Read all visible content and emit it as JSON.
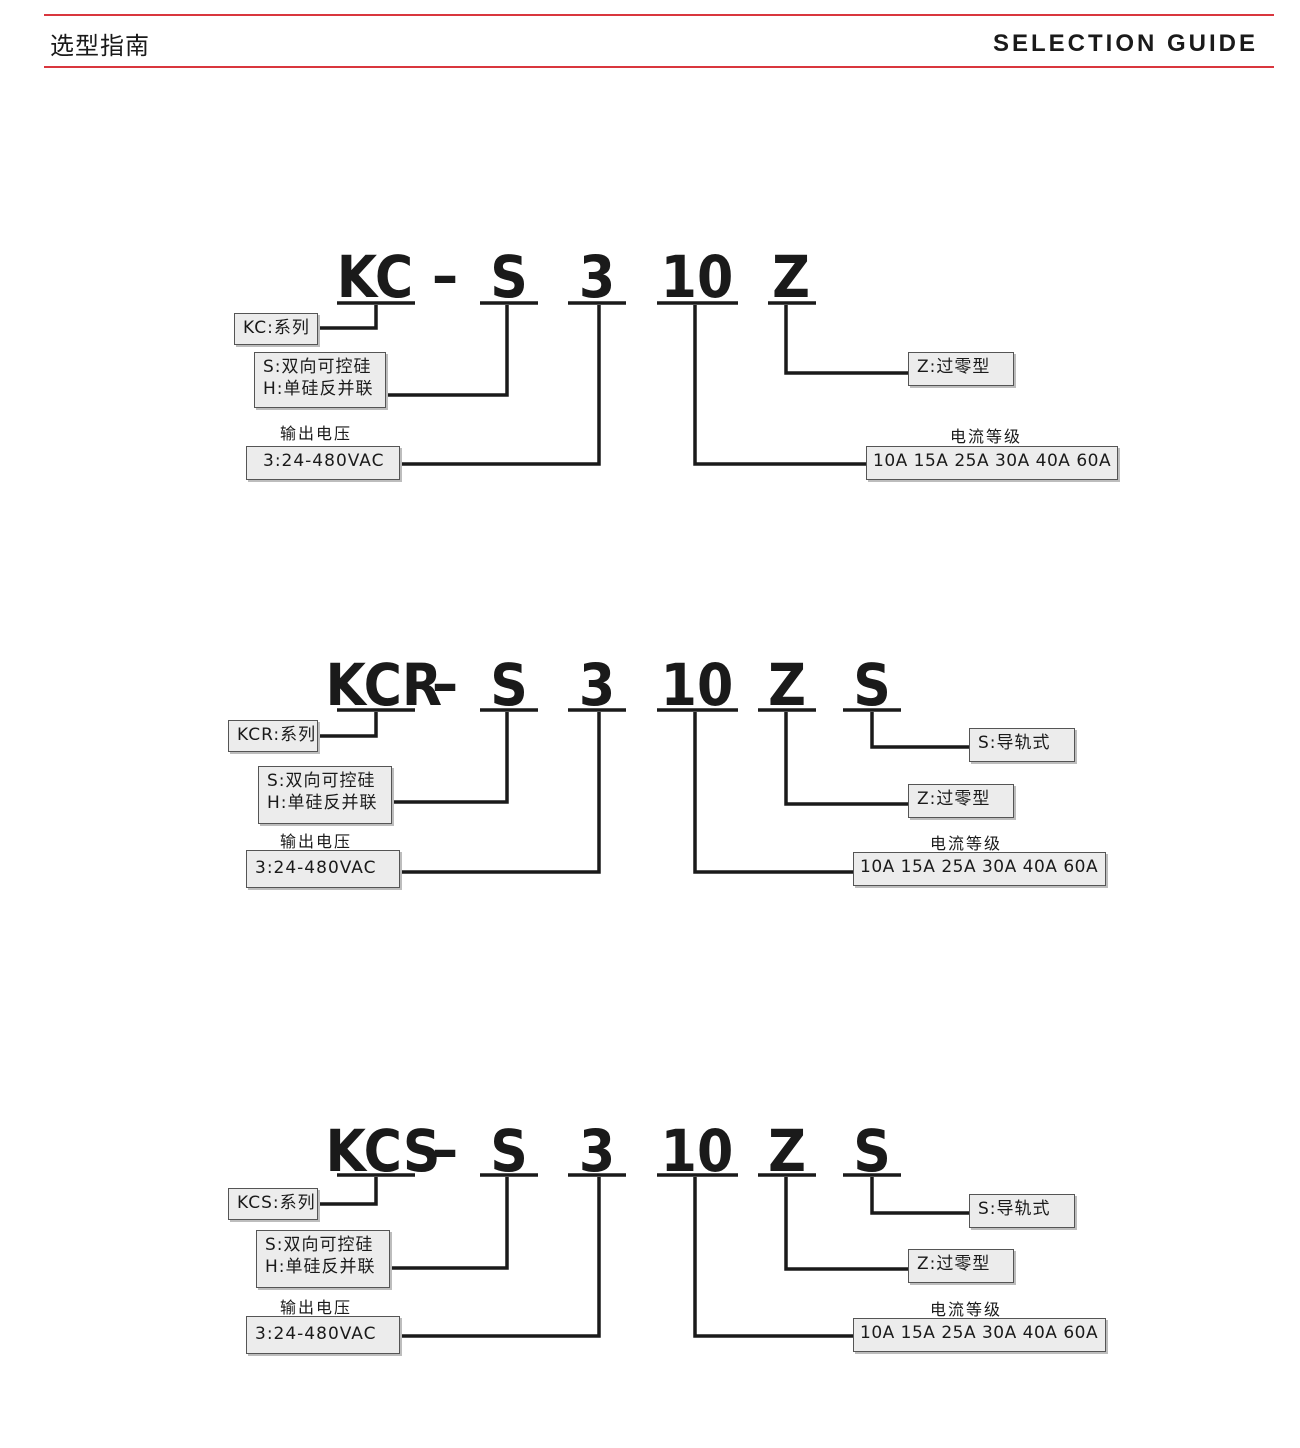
{
  "header": {
    "title_cn": "选型指南",
    "title_en": "SELECTION GUIDE",
    "accent_color": "#d9363e"
  },
  "diagrams": [
    {
      "codes": [
        "KC",
        "–",
        "S",
        "3",
        "10",
        "Z"
      ],
      "series_label": "KC:系列",
      "type_lines": [
        "S:双向可控硅",
        "H:单硅反并联"
      ],
      "voltage_caption": "输出电压",
      "voltage_value": "3:24-480VAC",
      "zero_label": "Z:过零型",
      "current_caption": "电流等级",
      "current_value": "10A 15A 25A 30A 40A 60A"
    },
    {
      "codes": [
        "KCR",
        "–",
        "S",
        "3",
        "10",
        "Z",
        "S"
      ],
      "series_label": "KCR:系列",
      "type_lines": [
        "S:双向可控硅",
        "H:单硅反并联"
      ],
      "voltage_caption": "输出电压",
      "voltage_value": "3:24-480VAC",
      "zero_label": "Z:过零型",
      "mount_label": "S:导轨式",
      "current_caption": "电流等级",
      "current_value": "10A 15A 25A 30A 40A 60A"
    },
    {
      "codes": [
        "KCS",
        "–",
        "S",
        "3",
        "10",
        "Z",
        "S"
      ],
      "series_label": "KCS:系列",
      "type_lines": [
        "S:双向可控硅",
        "H:单硅反并联"
      ],
      "voltage_caption": "输出电压",
      "voltage_value": "3:24-480VAC",
      "zero_label": "Z:过零型",
      "mount_label": "S:导轨式",
      "current_caption": "电流等级",
      "current_value": "10A 15A 25A 30A 40A 60A"
    }
  ]
}
